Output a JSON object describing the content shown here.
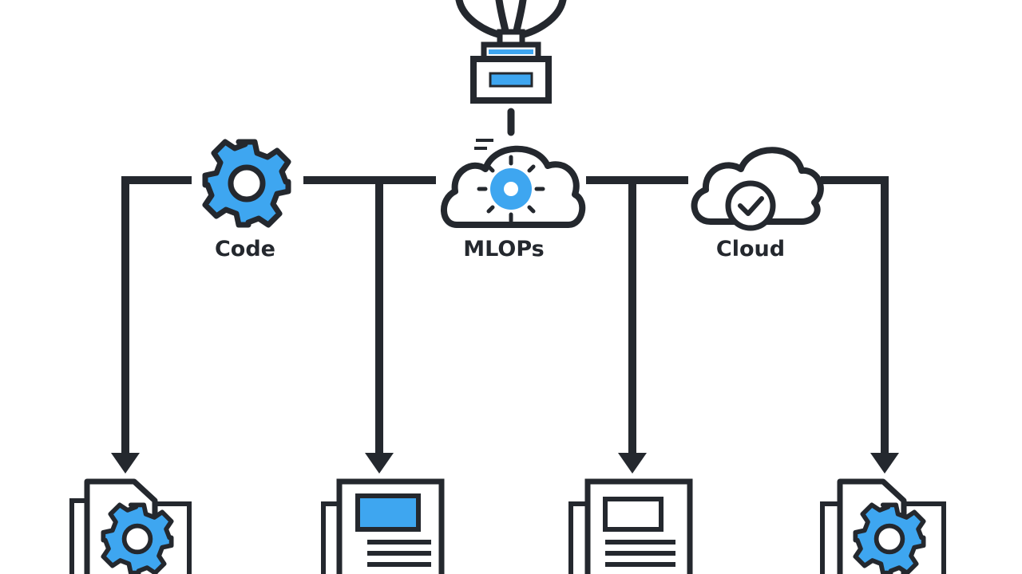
{
  "nodes": [
    {
      "id": "code",
      "label": "Code",
      "icon": "gear-icon"
    },
    {
      "id": "mlops",
      "label": "MLOPs",
      "icon": "cloud-gear-icon"
    },
    {
      "id": "cloud",
      "label": "Cloud",
      "icon": "cloud-check-icon"
    }
  ],
  "top_icon": "server-icon",
  "outputs": [
    {
      "icon": "document-gear-icon"
    },
    {
      "icon": "document-image-icon"
    },
    {
      "icon": "document-image-icon"
    },
    {
      "icon": "document-gear-icon"
    }
  ],
  "colors": {
    "stroke": "#24282e",
    "accent": "#3ea6f0",
    "background": "#ffffff"
  }
}
